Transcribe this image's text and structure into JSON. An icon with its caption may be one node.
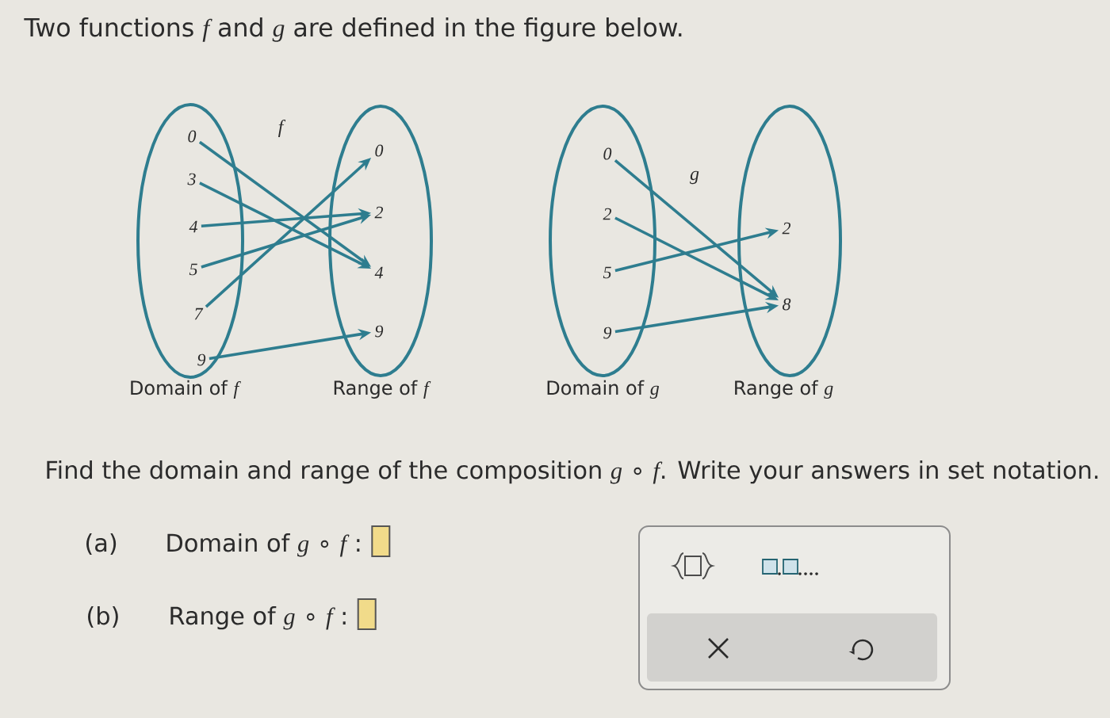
{
  "diagram": {
    "title": "Two functions *f* and *g* are defined in the figure below.",
    "nodes": [
      {
        "text": [
          "Domain of *f*"
        ]
      },
      {
        "text": [
          "0"
        ],
        "in": 0
      },
      {
        "text": [
          "3"
        ],
        "in": 0
      },
      {
        "text": [
          "4"
        ],
        "in": 0
      },
      {
        "text": [
          "5"
        ],
        "in": 0
      },
      {
        "text": [
          "7"
        ],
        "in": 0
      },
      {
        "text": [
          "9"
        ],
        "in": 0
      },
      {
        "text": [
          "Range of *f*"
        ]
      },
      {
        "text": [
          "0"
        ],
        "in": 7
      },
      {
        "text": [
          "2"
        ],
        "in": 7
      },
      {
        "text": [
          "4"
        ],
        "in": 7
      },
      {
        "text": [
          "9"
        ],
        "in": 7
      },
      {
        "text": [
          "Domain of *g*"
        ]
      },
      {
        "text": [
          "0"
        ],
        "in": 12
      },
      {
        "text": [
          "2"
        ],
        "in": 12
      },
      {
        "text": [
          "5"
        ],
        "in": 12
      },
      {
        "text": [
          "9"
        ],
        "in": 12
      },
      {
        "text": [
          "Range of *g*"
        ]
      },
      {
        "text": [
          "2"
        ],
        "in": 17
      },
      {
        "text": [
          "8"
        ],
        "in": 17
      }
    ],
    "edges": [
      {
        "from": 1,
        "to": 10,
        "arrow": "to"
      },
      {
        "from": 2,
        "to": 10,
        "arrow": "to"
      },
      {
        "from": 3,
        "to": 9,
        "arrow": "to"
      },
      {
        "from": 4,
        "to": 9,
        "arrow": "to"
      },
      {
        "from": 5,
        "to": 8,
        "arrow": "to"
      },
      {
        "from": 6,
        "to": 11,
        "arrow": "to"
      },
      {
        "from": 13,
        "to": 19,
        "arrow": "to"
      },
      {
        "from": 14,
        "to": 19,
        "arrow": "to"
      },
      {
        "from": 15,
        "to": 18,
        "arrow": "to"
      },
      {
        "from": 16,
        "to": 19,
        "arrow": "to"
      }
    ],
    "labels": [
      "f",
      "g",
      "Find the domain and range of the composition *g* ∘ *f*. Write your answers in set notation.",
      "(a)",
      "Domain of *g* ∘ *f* :",
      "(b)",
      "Range of *g* ∘ *f* :"
    ]
  }
}
